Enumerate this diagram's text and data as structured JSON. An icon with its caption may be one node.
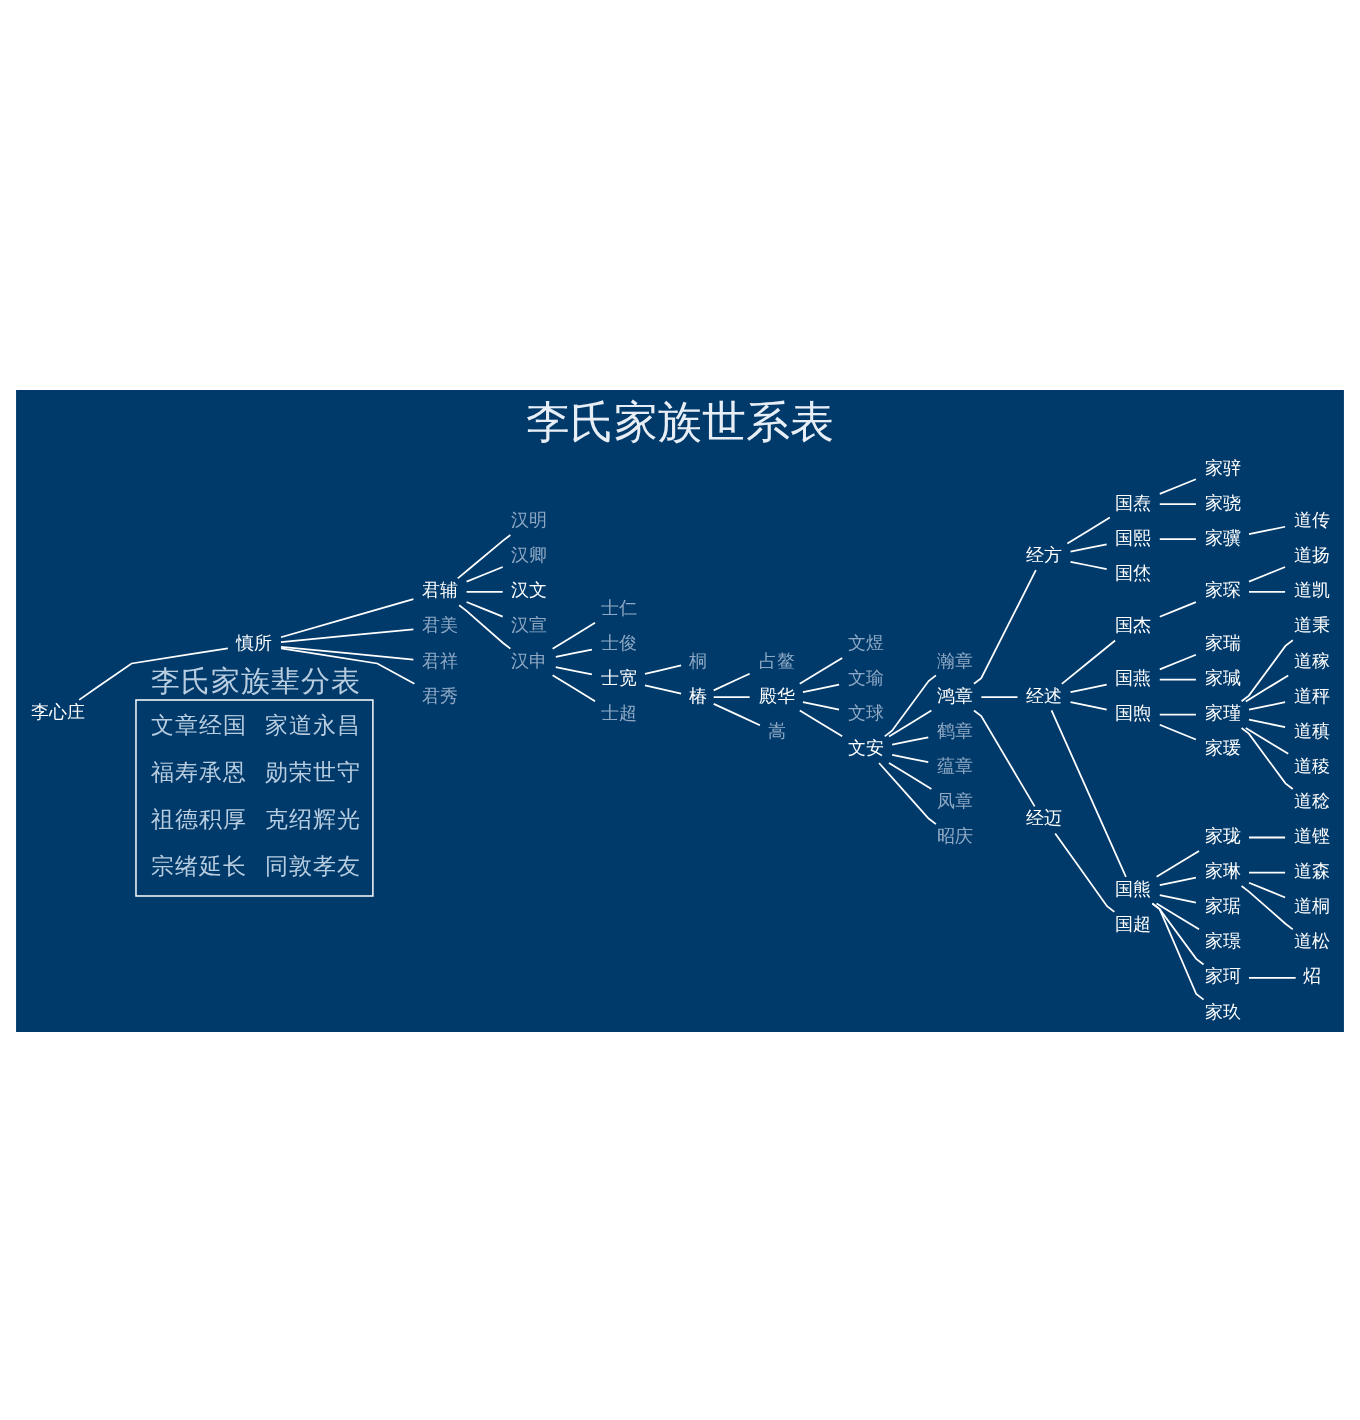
{
  "diagram": {
    "title": "李氏家族世系表",
    "nodes": [
      {
        "text": [
          "李心庄"
        ]
      },
      {
        "text": [
          "慎所"
        ]
      },
      {
        "text": [
          "君辅"
        ]
      },
      {
        "text": [
          "汉明"
        ]
      },
      {
        "text": [
          "汉卿"
        ]
      },
      {
        "text": [
          "汉文"
        ]
      },
      {
        "text": [
          "汉宣"
        ]
      },
      {
        "text": [
          "汉申"
        ]
      },
      {
        "text": [
          "士仁"
        ]
      },
      {
        "text": [
          "士俊"
        ]
      },
      {
        "text": [
          "士宽"
        ]
      },
      {
        "text": [
          "桐"
        ]
      },
      {
        "text": [
          "椿"
        ]
      },
      {
        "text": [
          "占鳌"
        ]
      },
      {
        "text": [
          "殿华"
        ]
      },
      {
        "text": [
          "文煜"
        ]
      },
      {
        "text": [
          "文瑜"
        ]
      },
      {
        "text": [
          "文球"
        ]
      },
      {
        "text": [
          "文安"
        ]
      },
      {
        "text": [
          "瀚章"
        ]
      },
      {
        "text": [
          "鸿章"
        ]
      },
      {
        "text": [
          "经方"
        ]
      },
      {
        "text": [
          "国焘"
        ]
      },
      {
        "text": [
          "家骍"
        ]
      },
      {
        "text": [
          "家骁"
        ]
      },
      {
        "text": [
          "国熙"
        ]
      },
      {
        "text": [
          "家骥"
        ]
      },
      {
        "text": [
          "道传"
        ]
      },
      {
        "text": [
          "国烋"
        ]
      },
      {
        "text": [
          "经述"
        ]
      },
      {
        "text": [
          "国杰"
        ]
      },
      {
        "text": [
          "家琛"
        ]
      },
      {
        "text": [
          "道扬"
        ]
      },
      {
        "text": [
          "道凯"
        ]
      },
      {
        "text": [
          "国燕"
        ]
      },
      {
        "text": [
          "家瑞"
        ]
      },
      {
        "text": [
          "家瑊"
        ]
      },
      {
        "text": [
          "国煦"
        ]
      },
      {
        "text": [
          "家瑾"
        ]
      },
      {
        "text": [
          "道秉"
        ]
      },
      {
        "text": [
          "道稼"
        ]
      },
      {
        "text": [
          "道秤"
        ]
      },
      {
        "text": [
          "道稹"
        ]
      },
      {
        "text": [
          "道稜"
        ]
      },
      {
        "text": [
          "道稔"
        ]
      },
      {
        "text": [
          "家瑗"
        ]
      },
      {
        "text": [
          "国熊"
        ]
      },
      {
        "text": [
          "家珑"
        ]
      },
      {
        "text": [
          "道铿"
        ]
      },
      {
        "text": [
          "家琳"
        ]
      },
      {
        "text": [
          "道森"
        ]
      },
      {
        "text": [
          "道桐"
        ]
      },
      {
        "text": [
          "道松"
        ]
      },
      {
        "text": [
          "家琚"
        ]
      },
      {
        "text": [
          "家璟"
        ]
      },
      {
        "text": [
          "家珂"
        ]
      },
      {
        "text": [
          "炤"
        ]
      },
      {
        "text": [
          "家玖"
        ]
      },
      {
        "text": [
          "经迈"
        ]
      },
      {
        "text": [
          "国超"
        ]
      },
      {
        "text": [
          "鹤章"
        ]
      },
      {
        "text": [
          "蕴章"
        ]
      },
      {
        "text": [
          "凤章"
        ]
      },
      {
        "text": [
          "昭庆"
        ]
      },
      {
        "text": [
          "嵩"
        ]
      },
      {
        "text": [
          "士超"
        ]
      },
      {
        "text": [
          "君美"
        ]
      },
      {
        "text": [
          "君祥"
        ]
      },
      {
        "text": [
          "君秀"
        ]
      }
    ],
    "edges": [
      {
        "from": 0,
        "to": 1,
        "arrow": "none"
      },
      {
        "from": 1,
        "to": 2,
        "arrow": "none"
      },
      {
        "from": 1,
        "to": 66,
        "arrow": "none"
      },
      {
        "from": 1,
        "to": 67,
        "arrow": "none"
      },
      {
        "from": 1,
        "to": 68,
        "arrow": "none"
      },
      {
        "from": 2,
        "to": 3,
        "arrow": "none"
      },
      {
        "from": 2,
        "to": 4,
        "arrow": "none"
      },
      {
        "from": 2,
        "to": 5,
        "arrow": "none"
      },
      {
        "from": 2,
        "to": 6,
        "arrow": "none"
      },
      {
        "from": 2,
        "to": 7,
        "arrow": "none"
      },
      {
        "from": 7,
        "to": 8,
        "arrow": "none"
      },
      {
        "from": 7,
        "to": 9,
        "arrow": "none"
      },
      {
        "from": 7,
        "to": 10,
        "arrow": "none"
      },
      {
        "from": 7,
        "to": 65,
        "arrow": "none"
      },
      {
        "from": 10,
        "to": 11,
        "arrow": "none"
      },
      {
        "from": 10,
        "to": 12,
        "arrow": "none"
      },
      {
        "from": 12,
        "to": 13,
        "arrow": "none"
      },
      {
        "from": 12,
        "to": 14,
        "arrow": "none"
      },
      {
        "from": 12,
        "to": 64,
        "arrow": "none"
      },
      {
        "from": 14,
        "to": 15,
        "arrow": "none"
      },
      {
        "from": 14,
        "to": 16,
        "arrow": "none"
      },
      {
        "from": 14,
        "to": 17,
        "arrow": "none"
      },
      {
        "from": 14,
        "to": 18,
        "arrow": "none"
      },
      {
        "from": 18,
        "to": 19,
        "arrow": "none"
      },
      {
        "from": 18,
        "to": 20,
        "arrow": "none"
      },
      {
        "from": 18,
        "to": 60,
        "arrow": "none"
      },
      {
        "from": 18,
        "to": 61,
        "arrow": "none"
      },
      {
        "from": 18,
        "to": 62,
        "arrow": "none"
      },
      {
        "from": 18,
        "to": 63,
        "arrow": "none"
      },
      {
        "from": 20,
        "to": 21,
        "arrow": "none"
      },
      {
        "from": 20,
        "to": 29,
        "arrow": "none"
      },
      {
        "from": 20,
        "to": 58,
        "arrow": "none"
      },
      {
        "from": 21,
        "to": 22,
        "arrow": "none"
      },
      {
        "from": 21,
        "to": 25,
        "arrow": "none"
      },
      {
        "from": 21,
        "to": 28,
        "arrow": "none"
      },
      {
        "from": 22,
        "to": 23,
        "arrow": "none"
      },
      {
        "from": 22,
        "to": 24,
        "arrow": "none"
      },
      {
        "from": 25,
        "to": 26,
        "arrow": "none"
      },
      {
        "from": 26,
        "to": 27,
        "arrow": "none"
      },
      {
        "from": 29,
        "to": 30,
        "arrow": "none"
      },
      {
        "from": 29,
        "to": 34,
        "arrow": "none"
      },
      {
        "from": 29,
        "to": 37,
        "arrow": "none"
      },
      {
        "from": 29,
        "to": 46,
        "arrow": "none"
      },
      {
        "from": 30,
        "to": 31,
        "arrow": "none"
      },
      {
        "from": 31,
        "to": 32,
        "arrow": "none"
      },
      {
        "from": 31,
        "to": 33,
        "arrow": "none"
      },
      {
        "from": 34,
        "to": 35,
        "arrow": "none"
      },
      {
        "from": 34,
        "to": 36,
        "arrow": "none"
      },
      {
        "from": 37,
        "to": 38,
        "arrow": "none"
      },
      {
        "from": 37,
        "to": 45,
        "arrow": "none"
      },
      {
        "from": 38,
        "to": 39,
        "arrow": "none"
      },
      {
        "from": 38,
        "to": 40,
        "arrow": "none"
      },
      {
        "from": 38,
        "to": 41,
        "arrow": "none"
      },
      {
        "from": 38,
        "to": 42,
        "arrow": "none"
      },
      {
        "from": 38,
        "to": 43,
        "arrow": "none"
      },
      {
        "from": 38,
        "to": 44,
        "arrow": "none"
      },
      {
        "from": 46,
        "to": 47,
        "arrow": "none"
      },
      {
        "from": 46,
        "to": 49,
        "arrow": "none"
      },
      {
        "from": 46,
        "to": 53,
        "arrow": "none"
      },
      {
        "from": 46,
        "to": 54,
        "arrow": "none"
      },
      {
        "from": 46,
        "to": 55,
        "arrow": "none"
      },
      {
        "from": 46,
        "to": 57,
        "arrow": "none"
      },
      {
        "from": 47,
        "to": 48,
        "arrow": "none"
      },
      {
        "from": 49,
        "to": 50,
        "arrow": "none"
      },
      {
        "from": 49,
        "to": 51,
        "arrow": "none"
      },
      {
        "from": 49,
        "to": 52,
        "arrow": "none"
      },
      {
        "from": 55,
        "to": 56,
        "arrow": "none"
      },
      {
        "from": 58,
        "to": 59,
        "arrow": "none"
      }
    ],
    "labels": [
      "李氏家族辈分表",
      "文章经国",
      "家道永昌",
      "福寿承恩",
      "勋荣世守",
      "祖德积厚",
      "克绍辉光",
      "宗绪延长",
      "同敦孝友"
    ]
  }
}
